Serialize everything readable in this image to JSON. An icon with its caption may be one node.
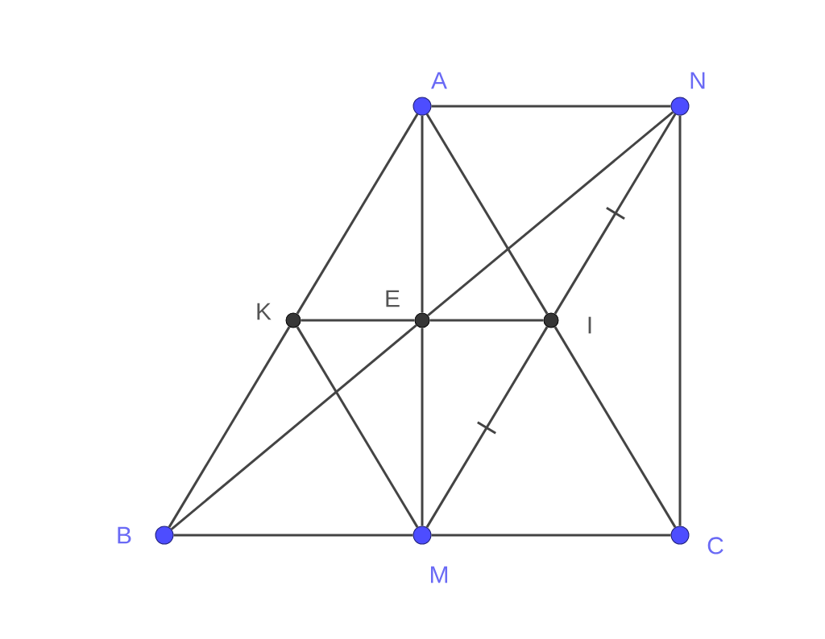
{
  "diagram": {
    "nodes": [
      {
        "text": [],
        "shape": "circle",
        "beside": [
          "A"
        ]
      },
      {
        "text": [],
        "shape": "circle",
        "beside": [
          "N"
        ]
      },
      {
        "text": [],
        "shape": "circle",
        "beside": [
          "K"
        ]
      },
      {
        "text": [],
        "shape": "circle",
        "beside": [
          "E"
        ]
      },
      {
        "text": [],
        "shape": "circle",
        "beside": [
          "I"
        ]
      },
      {
        "text": [],
        "shape": "circle",
        "beside": [
          "B"
        ]
      },
      {
        "text": [],
        "shape": "circle",
        "beside": [
          "M"
        ]
      },
      {
        "text": [],
        "shape": "circle",
        "beside": [
          "C"
        ]
      }
    ],
    "edges": [
      {
        "from": 0,
        "to": 1,
        "arrow": "none"
      },
      {
        "from": 0,
        "to": 2,
        "arrow": "none"
      },
      {
        "from": 0,
        "to": 3,
        "arrow": "none"
      },
      {
        "from": 0,
        "to": 4,
        "arrow": "none"
      },
      {
        "from": 1,
        "to": 3,
        "arrow": "none"
      },
      {
        "from": 1,
        "to": 4,
        "arrow": "none"
      },
      {
        "from": 1,
        "to": 7,
        "arrow": "none"
      },
      {
        "from": 2,
        "to": 3,
        "arrow": "none"
      },
      {
        "from": 3,
        "to": 4,
        "arrow": "none"
      },
      {
        "from": 2,
        "to": 5,
        "arrow": "none"
      },
      {
        "from": 2,
        "to": 6,
        "arrow": "none"
      },
      {
        "from": 3,
        "to": 5,
        "arrow": "none"
      },
      {
        "from": 3,
        "to": 6,
        "arrow": "none"
      },
      {
        "from": 4,
        "to": 6,
        "arrow": "none"
      },
      {
        "from": 4,
        "to": 7,
        "arrow": "none"
      },
      {
        "from": 5,
        "to": 6,
        "arrow": "none"
      },
      {
        "from": 6,
        "to": 7,
        "arrow": "none"
      }
    ]
  }
}
